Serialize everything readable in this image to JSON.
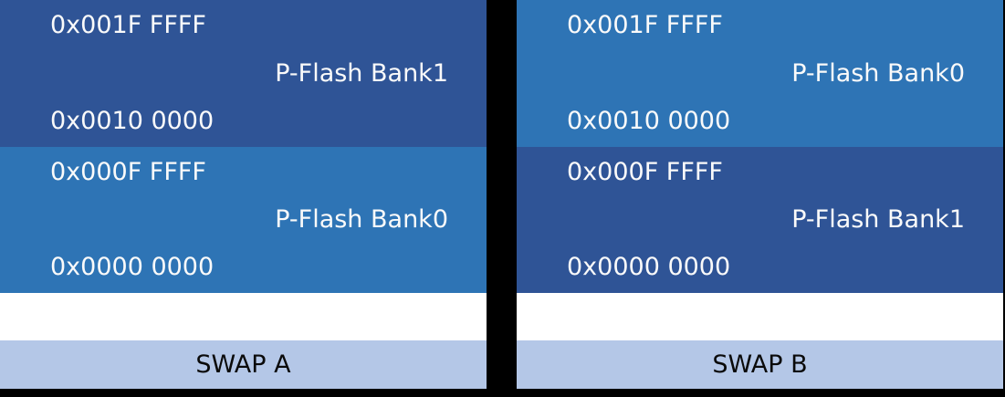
{
  "figure": {
    "type": "memory-map-diagram",
    "description_visible_text_only": true
  },
  "colors": {
    "background": "#000000",
    "bank_dark_blue": "#2F5496",
    "bank_light_blue": "#2E74B5",
    "swap_bar_blue": "#B4C7E7",
    "address_text": "#FAFAFA",
    "swap_text": "#0A0A0A",
    "gap_white": "#FFFFFF"
  },
  "panels": [
    {
      "id": "swap-a",
      "footer": "SWAP A",
      "blocks": [
        {
          "shade": "dark",
          "top_address": "0x001F FFFF",
          "label": "P-Flash Bank1",
          "bottom_address": "0x0010 0000"
        },
        {
          "shade": "light",
          "top_address": "0x000F FFFF",
          "label": "P-Flash Bank0",
          "bottom_address": "0x0000 0000"
        }
      ]
    },
    {
      "id": "swap-b",
      "footer": "SWAP B",
      "blocks": [
        {
          "shade": "light",
          "top_address": "0x001F FFFF",
          "label": "P-Flash Bank0",
          "bottom_address": "0x0010 0000"
        },
        {
          "shade": "dark",
          "top_address": "0x000F FFFF",
          "label": "P-Flash Bank1",
          "bottom_address": "0x0000 0000"
        }
      ]
    }
  ]
}
